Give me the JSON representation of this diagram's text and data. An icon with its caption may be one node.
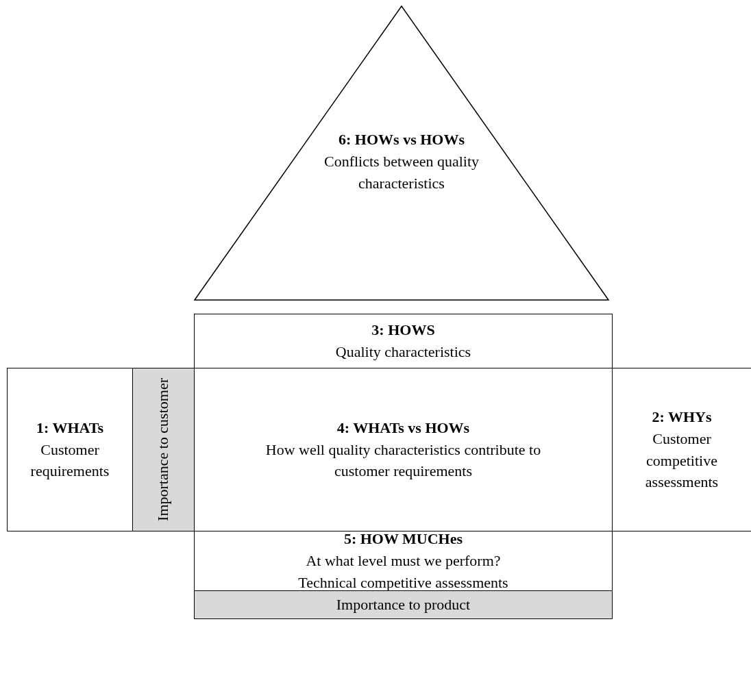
{
  "diagram": {
    "nodes": [
      {
        "text": [
          "6: HOWs vs HOWs",
          "Conflicts between quality characteristics"
        ]
      },
      {
        "text": [
          "3: HOWS",
          "Quality characteristics"
        ]
      },
      {
        "text": [
          "1: WHATs",
          "Customer requirements"
        ]
      },
      {
        "text": [
          "Importance to customer"
        ]
      },
      {
        "text": [
          "4: WHATs vs HOWs",
          "How well quality characteristics contribute to customer requirements"
        ]
      },
      {
        "text": [
          "2: WHYs",
          "Customer competitive assessments"
        ]
      },
      {
        "text": [
          "5: HOW MUCHes",
          "At what level must we perform?",
          "Technical competitive assessments"
        ]
      },
      {
        "text": [
          "Importance to product"
        ]
      }
    ],
    "edges": []
  }
}
